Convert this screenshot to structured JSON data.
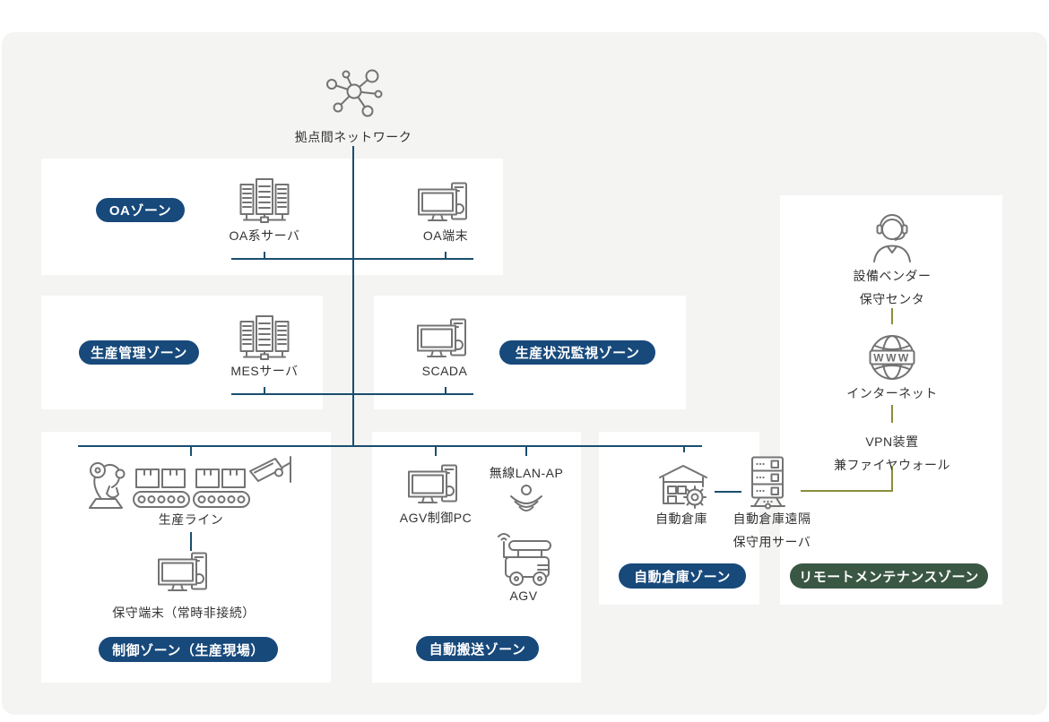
{
  "colors": {
    "panel_bg": "#f4f4f2",
    "zone_bg": "#ffffff",
    "badge_blue": "#17497b",
    "badge_green": "#3a5743",
    "line_blue": "#1a4e6f",
    "line_olive": "#8a8e3b",
    "icon_gray": "#737373",
    "text": "#333333"
  },
  "network": {
    "label": "拠点間ネットワーク"
  },
  "zones": {
    "oa": {
      "badge": "OAゾーン",
      "server_label": "OA系サーバ",
      "terminal_label": "OA端末"
    },
    "production": {
      "badge": "生産管理ゾーン",
      "mes_label": "MESサーバ"
    },
    "monitoring": {
      "badge": "生産状況監視ゾーン",
      "scada_label": "SCADA"
    },
    "control": {
      "badge": "制御ゾーン（生産現場）",
      "line_label": "生産ライン",
      "terminal_label": "保守端末（常時非接続）"
    },
    "transport": {
      "badge": "自動搬送ゾーン",
      "pc_label": "AGV制御PC",
      "ap_label": "無線LAN-AP",
      "agv_label": "AGV"
    },
    "warehouse": {
      "badge": "自動倉庫ゾーン",
      "warehouse_label": "自動倉庫",
      "server_label": "自動倉庫遠隔\n保守用サーバ"
    },
    "remote": {
      "badge": "リモートメンテナンスゾーン",
      "vendor_label": "設備ベンダー\n保守センタ",
      "internet_label": "インターネット",
      "vpn_label": "VPN装置\n兼ファイヤウォール",
      "www_text": "WWW"
    }
  }
}
